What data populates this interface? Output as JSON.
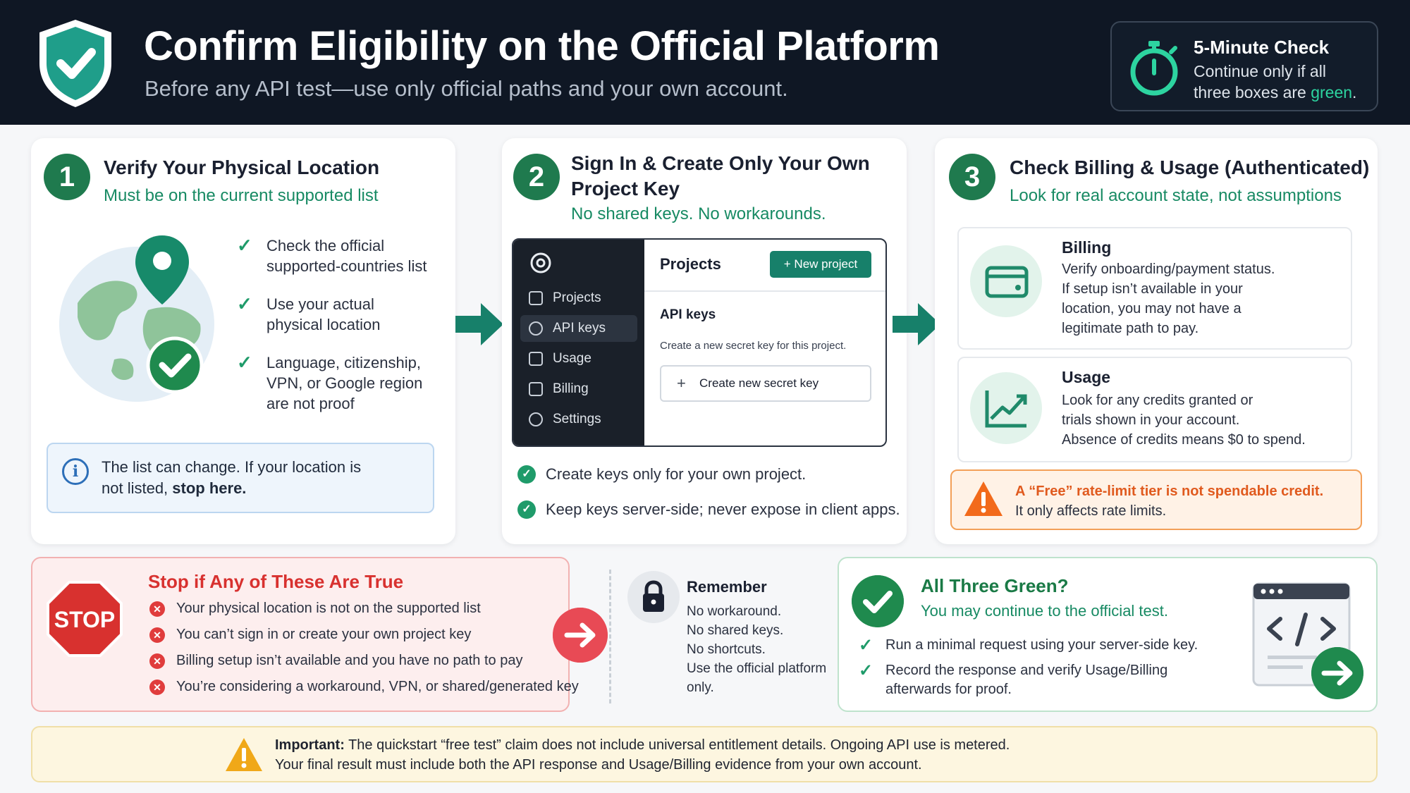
{
  "header": {
    "title": "Confirm Eligibility on the Official Platform",
    "subtitle": "Before any API test—use only official paths and your own account.",
    "check": {
      "title": "5-Minute Check",
      "line1": "Continue only if all",
      "line2_prefix": "three boxes are ",
      "line2_green": "green",
      "line2_suffix": "."
    }
  },
  "step1": {
    "number": "1",
    "title": "Verify Your Physical Location",
    "subtitle": "Must be on the current supported list",
    "bullets": [
      [
        "Check the official",
        "supported-countries list"
      ],
      [
        "Use your actual",
        "physical location"
      ],
      [
        "Language, citizenship,",
        "VPN, or Google region",
        "are not proof"
      ]
    ],
    "info_line1": "The list can change. If your location is",
    "info_line2_prefix": "not listed, ",
    "info_line2_bold": "stop here."
  },
  "step2": {
    "number": "2",
    "title_line1": "Sign In & Create Only Your Own",
    "title_line2": "Project Key",
    "subtitle": "No shared keys. No workarounds.",
    "mock": {
      "nav": [
        "Projects",
        "API keys",
        "Usage",
        "Billing",
        "Settings"
      ],
      "page_title": "Projects",
      "new_project": "+ New project",
      "section": "API keys",
      "desc": "Create a new secret key for this project.",
      "create": "Create new secret key"
    },
    "bullets": [
      "Create keys only for your own project.",
      "Keep keys server-side; never expose in client apps."
    ]
  },
  "step3": {
    "number": "3",
    "title": "Check Billing & Usage (Authenticated)",
    "subtitle": "Look for real account state, not assumptions",
    "billing": {
      "title": "Billing",
      "lines": [
        "Verify onboarding/payment status.",
        "If setup isn’t available in your",
        "location, you may not have a",
        "legitimate path to pay."
      ]
    },
    "usage": {
      "title": "Usage",
      "lines": [
        "Look for any credits granted or",
        "trials shown in your account.",
        "Absence of credits means $0 to spend."
      ]
    },
    "warning_line1": "A “Free” rate-limit tier is not spendable credit.",
    "warning_line2": "It only affects rate limits."
  },
  "stop": {
    "sign": "STOP",
    "title": "Stop if Any of These Are True",
    "items": [
      "Your physical location is not on the supported list",
      "You can’t sign in or create your own project key",
      "Billing setup isn’t available and you have no path to pay",
      "You’re considering a workaround, VPN, or shared/generated key"
    ]
  },
  "remember": {
    "title": "Remember",
    "lines": [
      "No workaround.",
      "No shared keys.",
      "No shortcuts.",
      "Use the official platform",
      "only."
    ]
  },
  "all_green": {
    "title": "All Three Green?",
    "subtitle": "You may continue to the official test.",
    "items": [
      [
        "Run a minimal request using your server-side key."
      ],
      [
        "Record the response and verify Usage/Billing",
        "afterwards for proof."
      ]
    ]
  },
  "important": {
    "label": "Important:",
    "line1": " The quickstart “free test” claim does not include universal entitlement details. Ongoing API use is metered.",
    "line2": "Your final result must include both the API response and Usage/Billing evidence from your own account."
  },
  "colors": {
    "header_bg": "#0f1724",
    "accent_green": "#1f8a4e",
    "teal": "#178a63",
    "stop_red": "#d8312f",
    "warn_orange": "#e05a1e"
  }
}
